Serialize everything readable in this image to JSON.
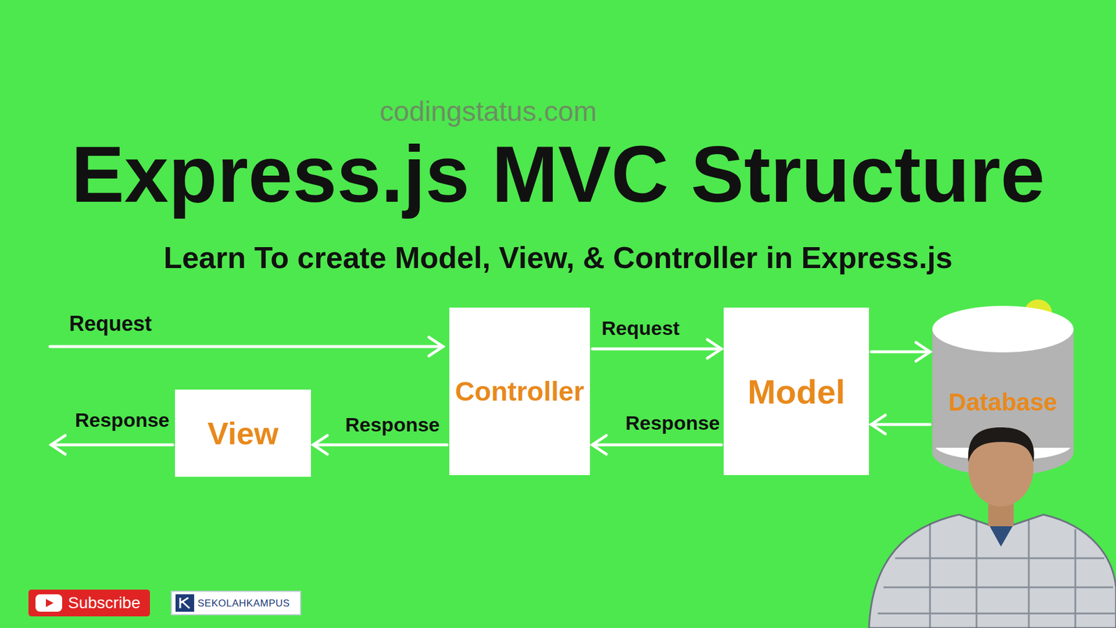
{
  "diagram": {
    "title": "Express.js MVC Structure",
    "caption": "Learn To create Model, View, & Controller in Express.js",
    "nodes": [
      {
        "text": [
          "Controller"
        ]
      },
      {
        "text": [
          "Model"
        ]
      },
      {
        "text": [
          "Database"
        ]
      },
      {
        "text": [
          "View"
        ]
      }
    ],
    "edges": [
      {
        "from": 0,
        "to": 1,
        "label": "Request",
        "arrow": "to"
      },
      {
        "from": 1,
        "to": 0,
        "label": "Response",
        "arrow": "to"
      },
      {
        "from": 0,
        "to": 3,
        "label": "Response",
        "arrow": "to"
      },
      {
        "from": 1,
        "to": 2,
        "arrow": "to"
      },
      {
        "from": 2,
        "to": 1,
        "arrow": "to"
      }
    ],
    "labels": [
      "codingstatus.com",
      "Request",
      "Response",
      "Subscribe",
      "SEKOLAHKAMPUS"
    ]
  }
}
